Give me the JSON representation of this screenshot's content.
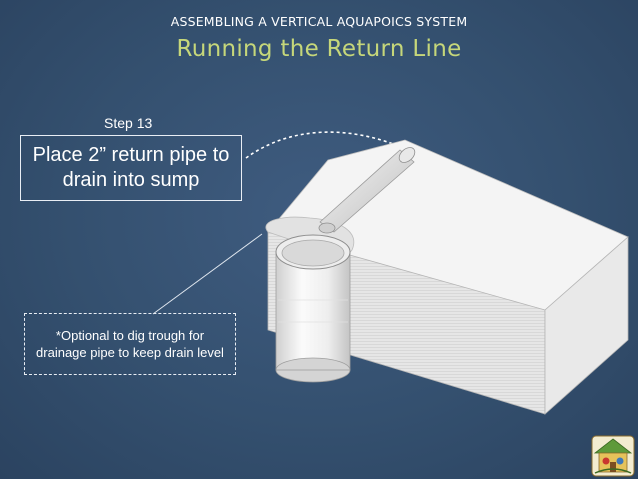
{
  "header": {
    "eyebrow": "ASSEMBLING A VERTICAL AQUAPOICS SYSTEM",
    "title": "Running the Return Line"
  },
  "step_label": "Step 13",
  "instruction": "Place 2” return pipe to drain into sump",
  "note": "*Optional to dig trough for drainage pipe to keep drain level",
  "colors": {
    "background": "#34506f",
    "title": "#c6d77a",
    "text": "#ffffff",
    "ground_top": "#f4f4f4",
    "ground_side": "#e4e4e4"
  }
}
